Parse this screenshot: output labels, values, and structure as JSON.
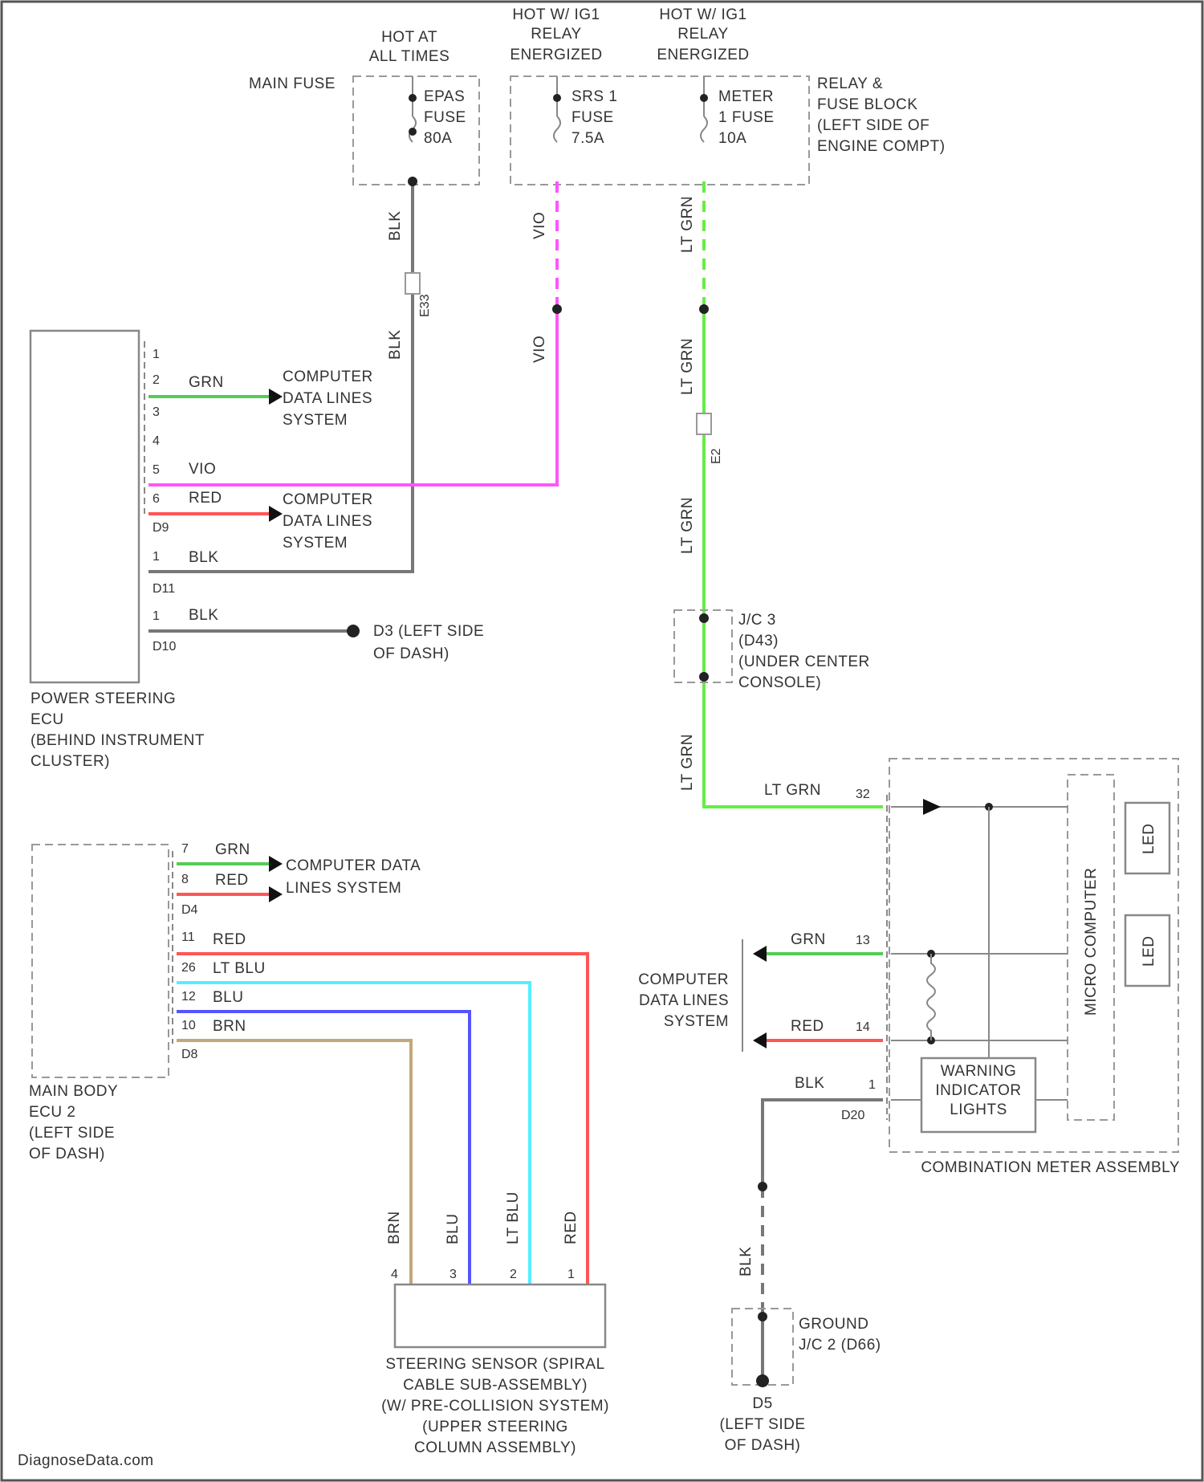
{
  "sources": {
    "main_fuse": "MAIN FUSE",
    "hot_at_all_times": [
      "HOT AT",
      "ALL TIMES"
    ],
    "hot_ig1_a": [
      "HOT W/ IG1",
      "RELAY",
      "ENERGIZED"
    ],
    "hot_ig1_b": [
      "HOT W/ IG1",
      "RELAY",
      "ENERGIZED"
    ],
    "fuse_epas": [
      "EPAS",
      "FUSE",
      "80A"
    ],
    "fuse_srs1": [
      "SRS 1",
      "FUSE",
      "7.5A"
    ],
    "fuse_meter": [
      "METER",
      "1 FUSE",
      "10A"
    ],
    "relay_block": [
      "RELAY &",
      "FUSE BLOCK",
      "(LEFT SIDE OF",
      "ENGINE COMPT)"
    ]
  },
  "wires": {
    "blk": "BLK",
    "vio": "VIO",
    "lt_grn": "LT GRN",
    "grn": "GRN",
    "red": "RED",
    "lt_blu": "LT BLU",
    "blu": "BLU",
    "brn": "BRN"
  },
  "connectors": {
    "d11": "D11",
    "d10": "D10",
    "d9": "D9",
    "d4": "D4",
    "d8": "D8",
    "d20": "D20",
    "e33": "E33",
    "e2": "E2"
  },
  "power_steering_ecu": {
    "label": [
      "POWER STEERING",
      "ECU",
      "(BEHIND INSTRUMENT",
      "CLUSTER)"
    ],
    "pins": [
      "1",
      "2",
      "3",
      "4",
      "5",
      "6"
    ],
    "pin_d11": "1",
    "pin_d10": "1",
    "data_lines": [
      "COMPUTER",
      "DATA LINES",
      "SYSTEM"
    ],
    "ground": [
      "D3 (LEFT SIDE",
      "OF DASH)"
    ]
  },
  "main_body_ecu": {
    "label": [
      "MAIN BODY",
      "ECU 2",
      "(LEFT SIDE",
      "OF DASH)"
    ],
    "pins": [
      "7",
      "8",
      "11",
      "26",
      "12",
      "10"
    ],
    "data_lines": [
      "COMPUTER DATA",
      "LINES SYSTEM"
    ]
  },
  "steering_sensor": {
    "label": [
      "STEERING SENSOR (SPIRAL",
      "CABLE SUB-ASSEMBLY)",
      "(W/ PRE-COLLISION SYSTEM)",
      "(UPPER STEERING",
      "COLUMN ASSEMBLY)"
    ],
    "pins": [
      "4",
      "3",
      "2",
      "1"
    ]
  },
  "jc3": [
    "J/C 3",
    "(D43)",
    "(UNDER CENTER",
    "CONSOLE)"
  ],
  "combination_meter": {
    "label": "COMBINATION METER ASSEMBLY",
    "micro": "MICRO COMPUTER",
    "led": "LED",
    "warning": [
      "WARNING",
      "INDICATOR",
      "LIGHTS"
    ],
    "data_lines": [
      "COMPUTER",
      "DATA LINES",
      "SYSTEM"
    ],
    "pins": [
      "32",
      "13",
      "14",
      "1"
    ]
  },
  "ground_bottom": {
    "jc": [
      "GROUND",
      "J/C 2 (D66)"
    ],
    "label": [
      "D5",
      "(LEFT SIDE",
      "OF DASH)"
    ]
  },
  "watermark": "DiagnoseData.com",
  "colors": {
    "vio": "#ff55ff",
    "lt_grn": "#66ee44",
    "grn": "#55cc55",
    "red": "#ff5555",
    "lt_blu": "#55eeff",
    "blu": "#5555ff",
    "brn": "#c2a878",
    "blk": "#777777"
  }
}
